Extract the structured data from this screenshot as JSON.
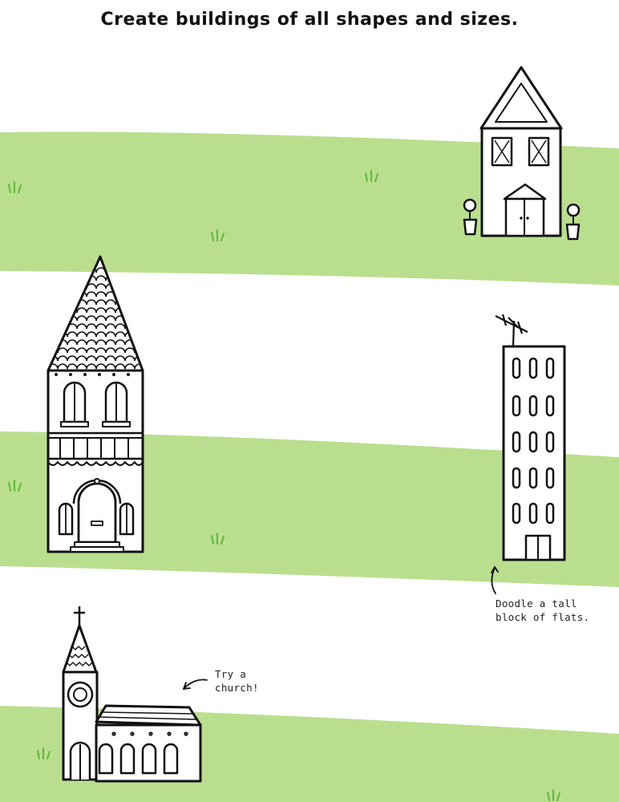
{
  "title": "Create buildings of all shapes and sizes.",
  "notes": {
    "flats": "Doodle a tall\nblock of flats.",
    "church": "Try a\nchurch!"
  },
  "colors": {
    "grass": "#b9df8e",
    "grass_tuft": "#5fb83a",
    "ink": "#111111",
    "paper": "#ffffff"
  },
  "icons": [
    "grass-tuft-icon",
    "arrow-icon"
  ]
}
